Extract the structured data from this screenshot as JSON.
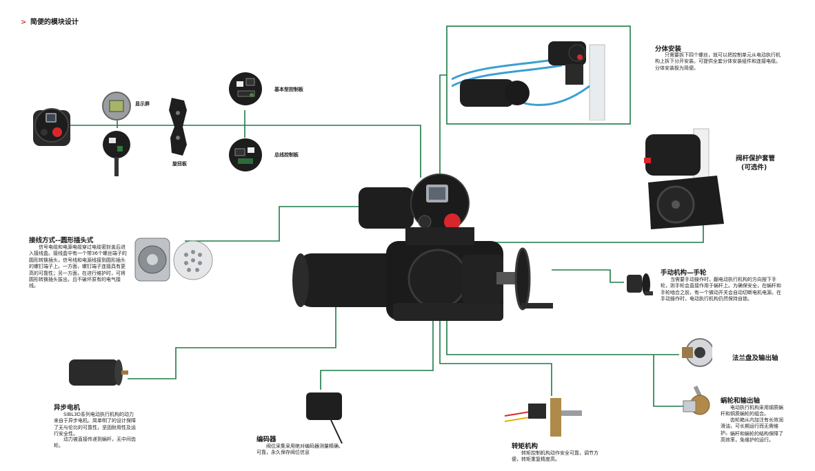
{
  "header": {
    "arrow": ">",
    "title": "简便的模块设计"
  },
  "colors": {
    "accent_green": "#1c7a45",
    "header_arrow": "#d9302b",
    "body_black": "#1b1b1b",
    "knob_red": "#d8272c"
  },
  "labels": {
    "display": "显示屏",
    "knob_board": "旋扭板",
    "basic_board": "基本型控制板",
    "bus_board": "总线控制板"
  },
  "split_install": {
    "title": "分体安装",
    "text": "只需要拆下四个螺丝，就可以把控制单元从电动执行机构上拆下分开安装。可提供全套分体安装组件和连接电缆。分体安装极为简便。"
  },
  "stem_cover": {
    "title": "阀杆保护套管",
    "subtitle": "(可选件)"
  },
  "wiring": {
    "title": "接线方式--圆形插头式",
    "text": "信号电缆和电源电缆穿过电缆密封盖后进入接线盒。接线盒中有一个带36个螺丝端子的圆形转换插头，信号线和电源线接到圆形插头的螺钉端子上。一方面，螺钉端子连接具有更高的可靠性；另一方面，在进行维护时，可将圆形转换插头拔出，且不破坏原有的电气接线。"
  },
  "handwheel": {
    "title": "手动机构—手轮",
    "text": "当需要手动操作时，翻电动执行机构的方向按下手轮，则手轮会直接作用于蜗杆上。为确保安全，在蜗杆和手轮啮合之前，有一个微动开关会自动切断电机电源。在手动操作时，电动执行机构仍然保持自锁。"
  },
  "flange": {
    "title": "法兰盘及输出轴"
  },
  "worm": {
    "title": "蜗轮和输出轴",
    "text1": "电动执行机构采用钢质蜗杆和铜质蜗轮的组合。",
    "text2": "齿轮箱从内加注有长效润滑油，可长期运行而无需维护。",
    "text3": "蜗杆和蜗轮的结构保障了高效率，免维护的运行。"
  },
  "motor": {
    "title": "异步电机",
    "text1": "SIBL3D系列电动执行机构的动力来自于异步电机。简单明了的设计保障了无与伦比的可靠性，坚固耐用性及运行安全性。",
    "text2": "动力被直接传递到蜗杆，无中间齿轮。"
  },
  "encoder": {
    "title": "编码器",
    "text": "阀位采集采用绝对编码器测量精确、可靠，永久保存阀位信息"
  },
  "torque": {
    "title": "转矩机构",
    "text": "转矩控制机构动作安全可靠，调节方便，转矩重复精度高。"
  }
}
